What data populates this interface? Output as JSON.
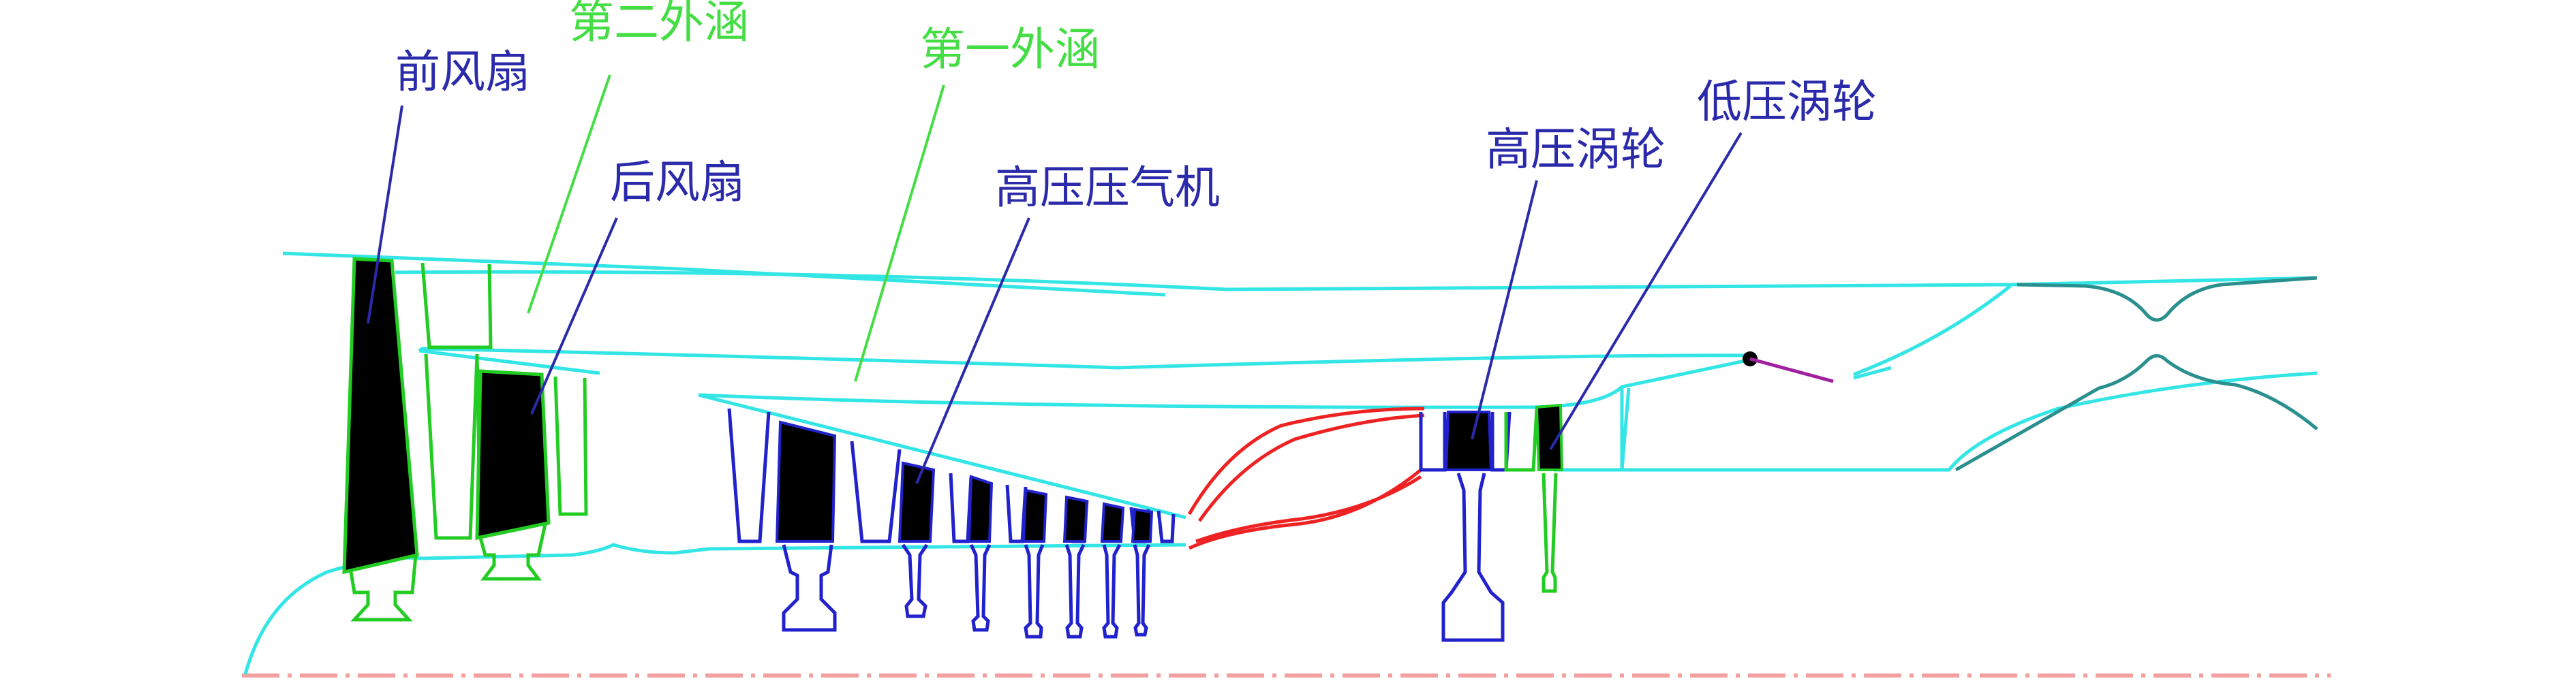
{
  "labels": {
    "front_fan": "前风扇",
    "second_bypass": "第二外涵",
    "rear_fan": "后风扇",
    "first_bypass": "第一外涵",
    "hp_compressor": "高压压气机",
    "hp_turbine": "高压涡轮",
    "lp_turbine": "低压涡轮"
  },
  "colors": {
    "flowpath": "#33e5e5",
    "fan_outline": "#22cc22",
    "compressor_outline": "#2222cc",
    "combustor": "#ee2222",
    "nozzle": "#2a8f8f",
    "label_blue": "#2a2aaa",
    "label_green": "#44dd44",
    "centerline": "#f2a0a0",
    "blade_fill": "#000000",
    "valve_rod": "#a020a0"
  }
}
